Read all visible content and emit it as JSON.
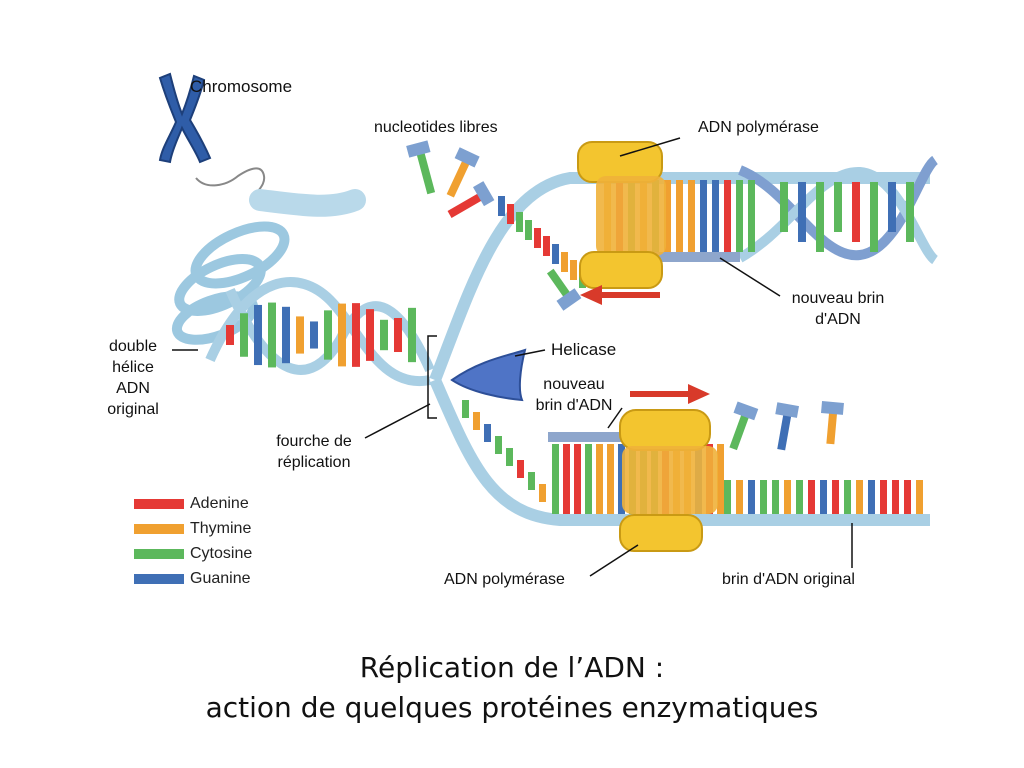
{
  "labels": {
    "chromosome": "Chromosome",
    "free_nucleotides": "nucleotides libres",
    "polymerase_top": "ADN polymérase",
    "new_strand_top_l1": "nouveau brin",
    "new_strand_top_l2": "d'ADN",
    "double_helix_l1": "double",
    "double_helix_l2": "hélice",
    "double_helix_l3": "ADN",
    "double_helix_l4": "original",
    "helicase": "Helicase",
    "new_strand_mid_l1": "nouveau",
    "new_strand_mid_l2": "brin d'ADN",
    "fork_l1": "fourche de",
    "fork_l2": "réplication",
    "polymerase_bottom": "ADN polymérase",
    "original_strand": "brin d'ADN original"
  },
  "legend": [
    {
      "name": "Adenine",
      "color": "#e53935"
    },
    {
      "name": "Thymine",
      "color": "#f0a030"
    },
    {
      "name": "Cytosine",
      "color": "#5cb85c"
    },
    {
      "name": "Guanine",
      "color": "#3f6fb5"
    }
  ],
  "title": {
    "line1": "Réplication de l’ADN :",
    "line2": "action de quelques protéines enzymatiques"
  }
}
